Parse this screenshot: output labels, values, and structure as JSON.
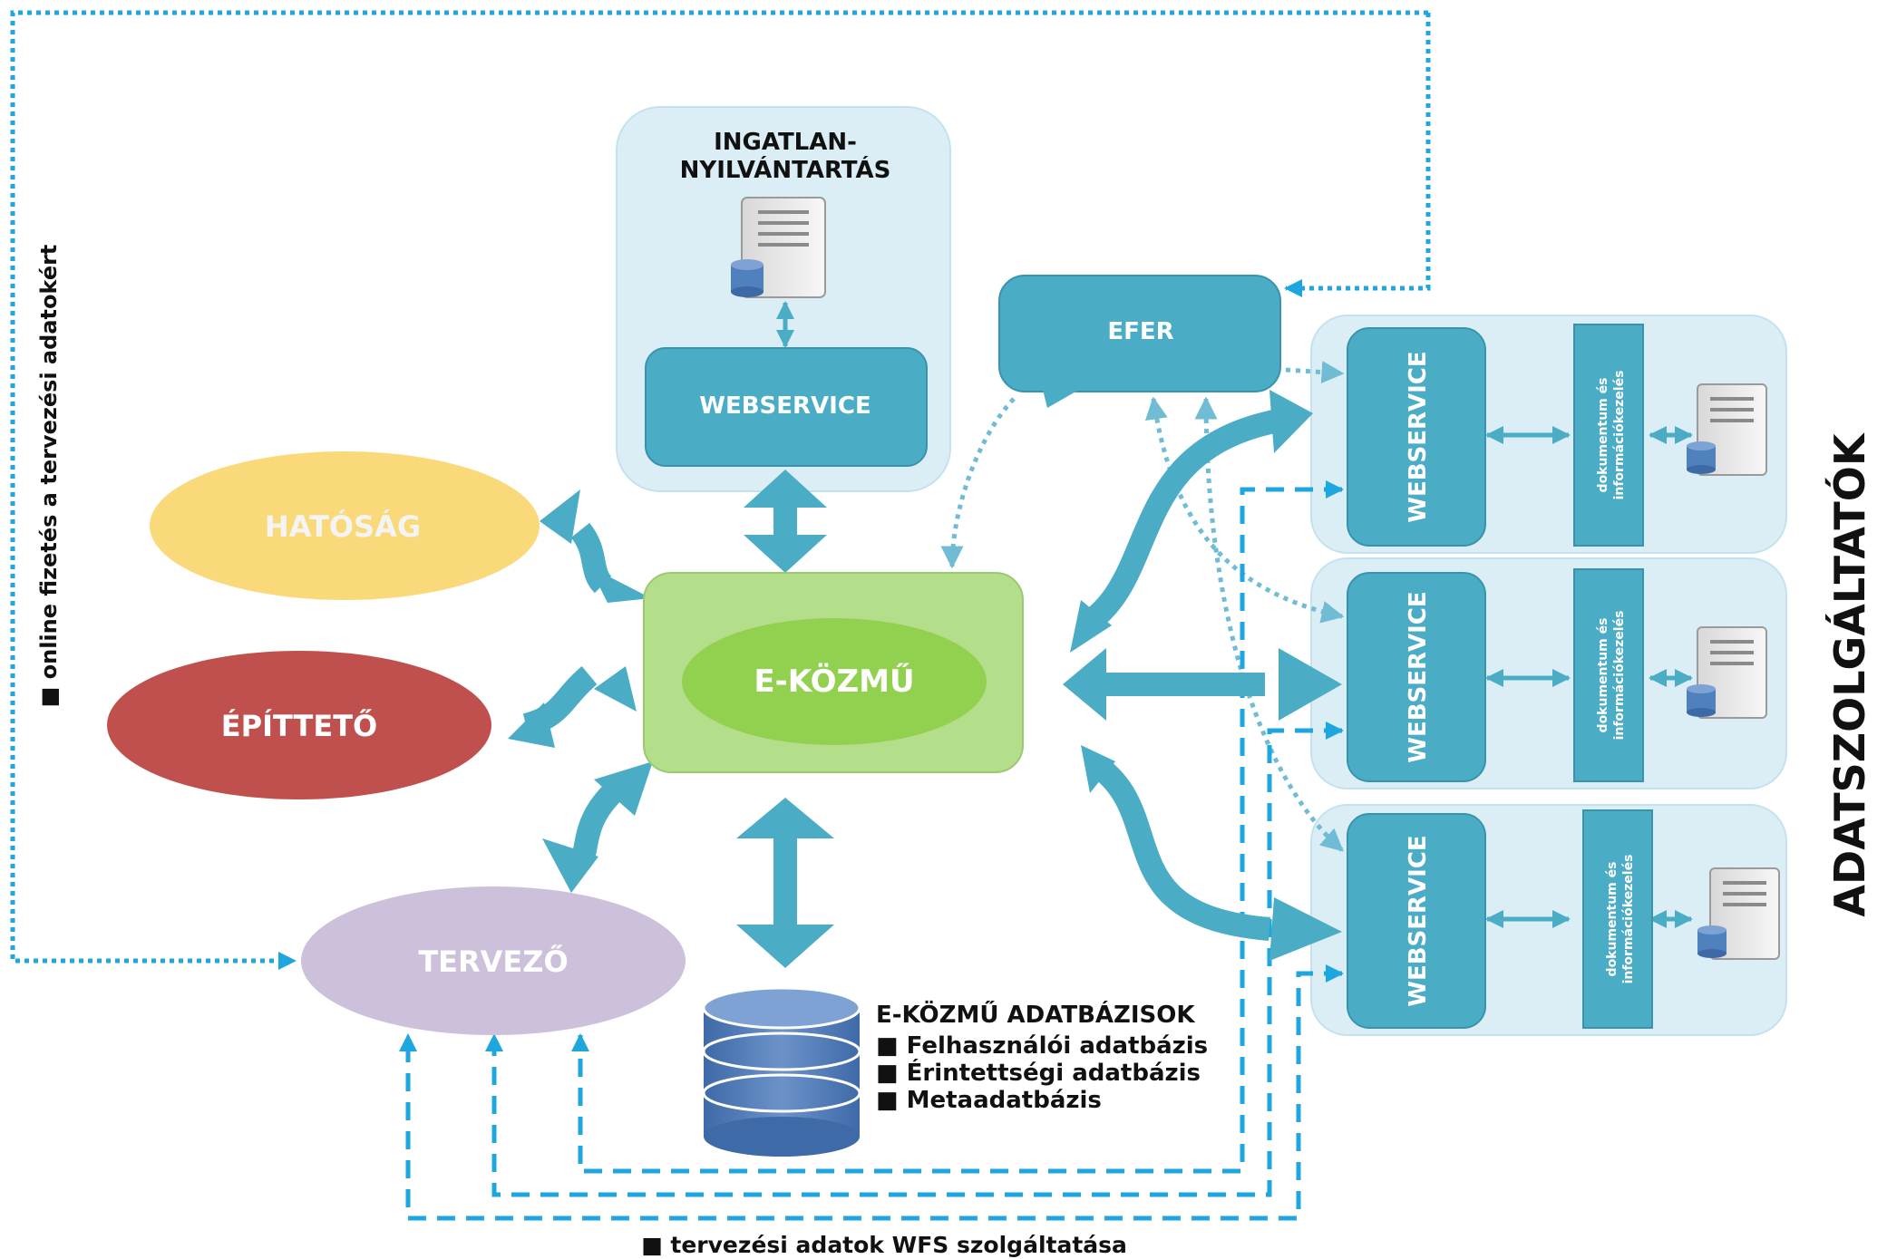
{
  "nodes": {
    "ingatlan_title_line1": "INGATLAN-",
    "ingatlan_title_line2": "NYILVÁNTARTÁS",
    "webservice_top": "WEBSERVICE",
    "efer": "EFER",
    "hatosag": "HATÓSÁG",
    "epitteto": "ÉPÍTTETŐ",
    "ekozmu": "E-KÖZMŰ",
    "tervezo": "TERVEZŐ"
  },
  "database": {
    "title": "E-KÖZMŰ ADATBÁZISOK",
    "items": [
      "■ Felhasználói adatbázis",
      "■ Érintettségi adatbázis",
      "■ Metaadatbázis"
    ]
  },
  "providers": {
    "label": "ADATSZOLGÁLTATÓK",
    "panels": [
      {
        "webservice": "WEBSERVICE",
        "doc_line1": "dokumentum és",
        "doc_line2": "információkezelés"
      },
      {
        "webservice": "WEBSERVICE",
        "doc_line1": "dokumentum és",
        "doc_line2": "információkezelés"
      },
      {
        "webservice": "WEBSERVICE",
        "doc_line1": "dokumentum és",
        "doc_line2": "információkezelés"
      }
    ]
  },
  "side_labels": {
    "left": "■ online fizetés a tervezési adatokért",
    "bottom": "■ tervezési adatok WFS szolgáltatása"
  },
  "colors": {
    "teal": "#4bacc6",
    "hatosag": "#f9d97a",
    "epitteto": "#c0504d",
    "tervezo": "#ccc0da",
    "ekozmu_box": "#b3de8a",
    "ekozmu_ellipse": "#92d050",
    "panel_bg": "#dbeef5",
    "dashed_line": "#1ea6de"
  }
}
